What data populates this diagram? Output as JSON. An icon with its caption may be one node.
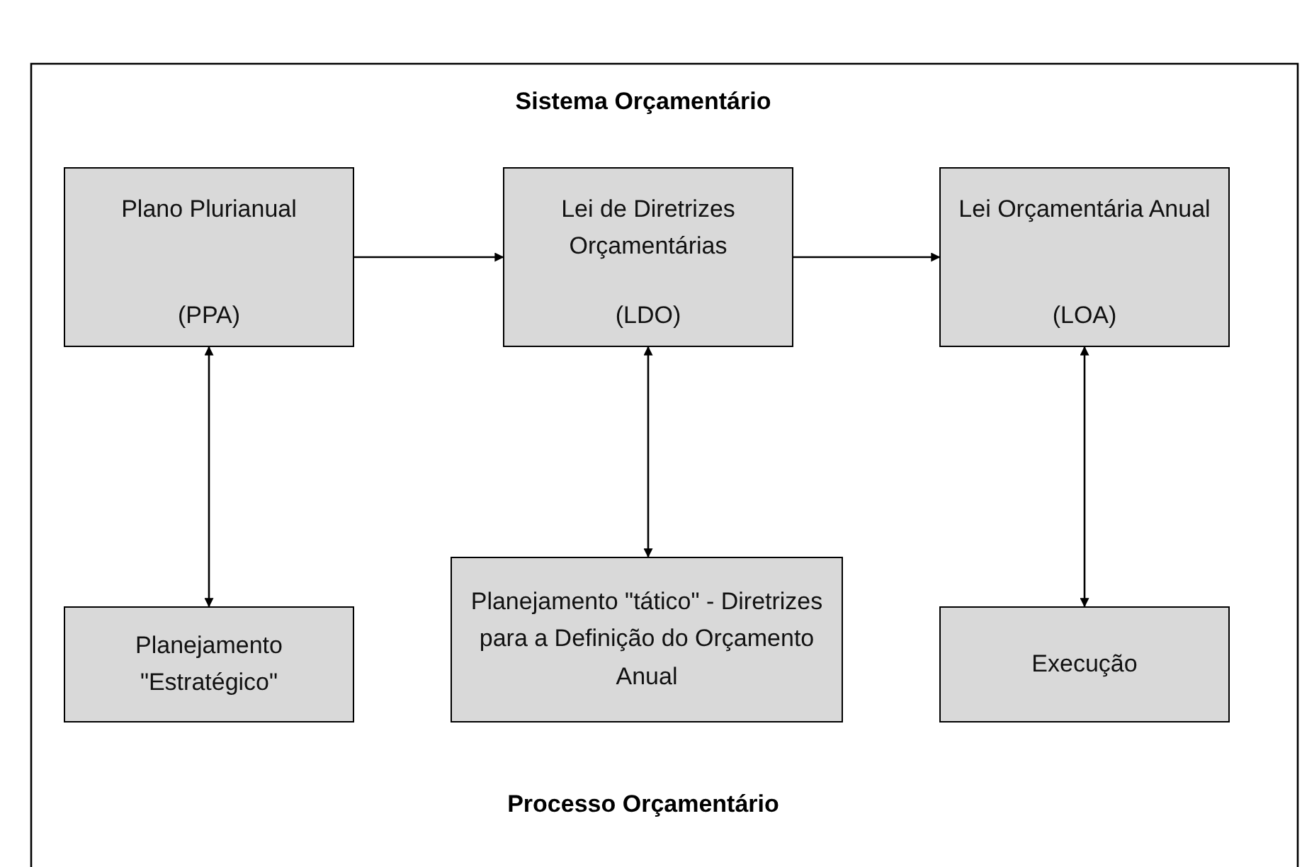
{
  "diagram": {
    "title": "Sistema Orçamentário",
    "nodes": [
      {
        "text": [
          "Plano Plurianual",
          "(PPA)"
        ]
      },
      {
        "text": [
          "Lei de Diretrizes Orçamentárias",
          "(LDO)"
        ]
      },
      {
        "text": [
          "Lei Orçamentária Anual",
          "(LOA)"
        ]
      },
      {
        "text": [
          "Planejamento \"Estratégico\""
        ]
      },
      {
        "text": [
          "Planejamento \"tático\" - Diretrizes para a Definição do Orçamento Anual"
        ]
      },
      {
        "text": [
          "Execução"
        ]
      }
    ],
    "edges": [
      {
        "from": 0,
        "to": 1,
        "arrow": "to"
      },
      {
        "from": 1,
        "to": 2,
        "arrow": "to"
      },
      {
        "from": 0,
        "to": 3,
        "arrow": "both"
      },
      {
        "from": 1,
        "to": 4,
        "arrow": "both"
      },
      {
        "from": 2,
        "to": 5,
        "arrow": "both"
      }
    ],
    "labels": [
      "Processo Orçamentário"
    ]
  }
}
